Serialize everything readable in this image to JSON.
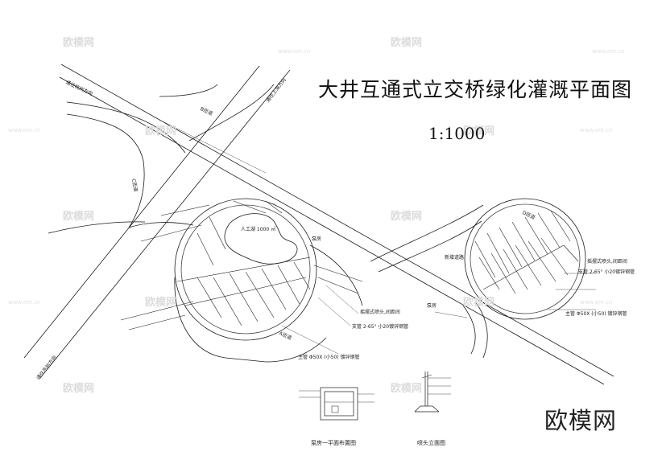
{
  "drawing": {
    "title": "大井互通式立交桥绿化灌溉平面图",
    "scale": "1:1000"
  },
  "directions": {
    "hangzhou": "通往杭州方向",
    "shanghai": "通往上海方向",
    "dongyu": "通往东屿方向"
  },
  "ramps": {
    "b": "B匝道",
    "c": "C匝道",
    "d": "D匝道",
    "a": "A匝道"
  },
  "annotations": {
    "lake": "人工湖 1000 ㎡",
    "pump_left": "泵房",
    "pump_right": "泵房",
    "sprinkler_left": "摇摆式喷头,间距间",
    "sprinkler_right": "摇摆式喷头,间距间",
    "branch_left": "支管 2-65° 小20镀锌钢管",
    "branch_right": "支管 2-65° 小20镀锌钢管",
    "main_left": "主管 Φ50X (小50) 镀锌钢管",
    "main_right": "主管 Φ50X (小50) 镀锌钢管",
    "new_road": "新增道路",
    "detail_pump": "泵房一平面布置图",
    "detail_head": "喷头立面图"
  },
  "watermark": {
    "text": "欧模网",
    "url": "www.om.cn"
  },
  "brand": "欧模网"
}
